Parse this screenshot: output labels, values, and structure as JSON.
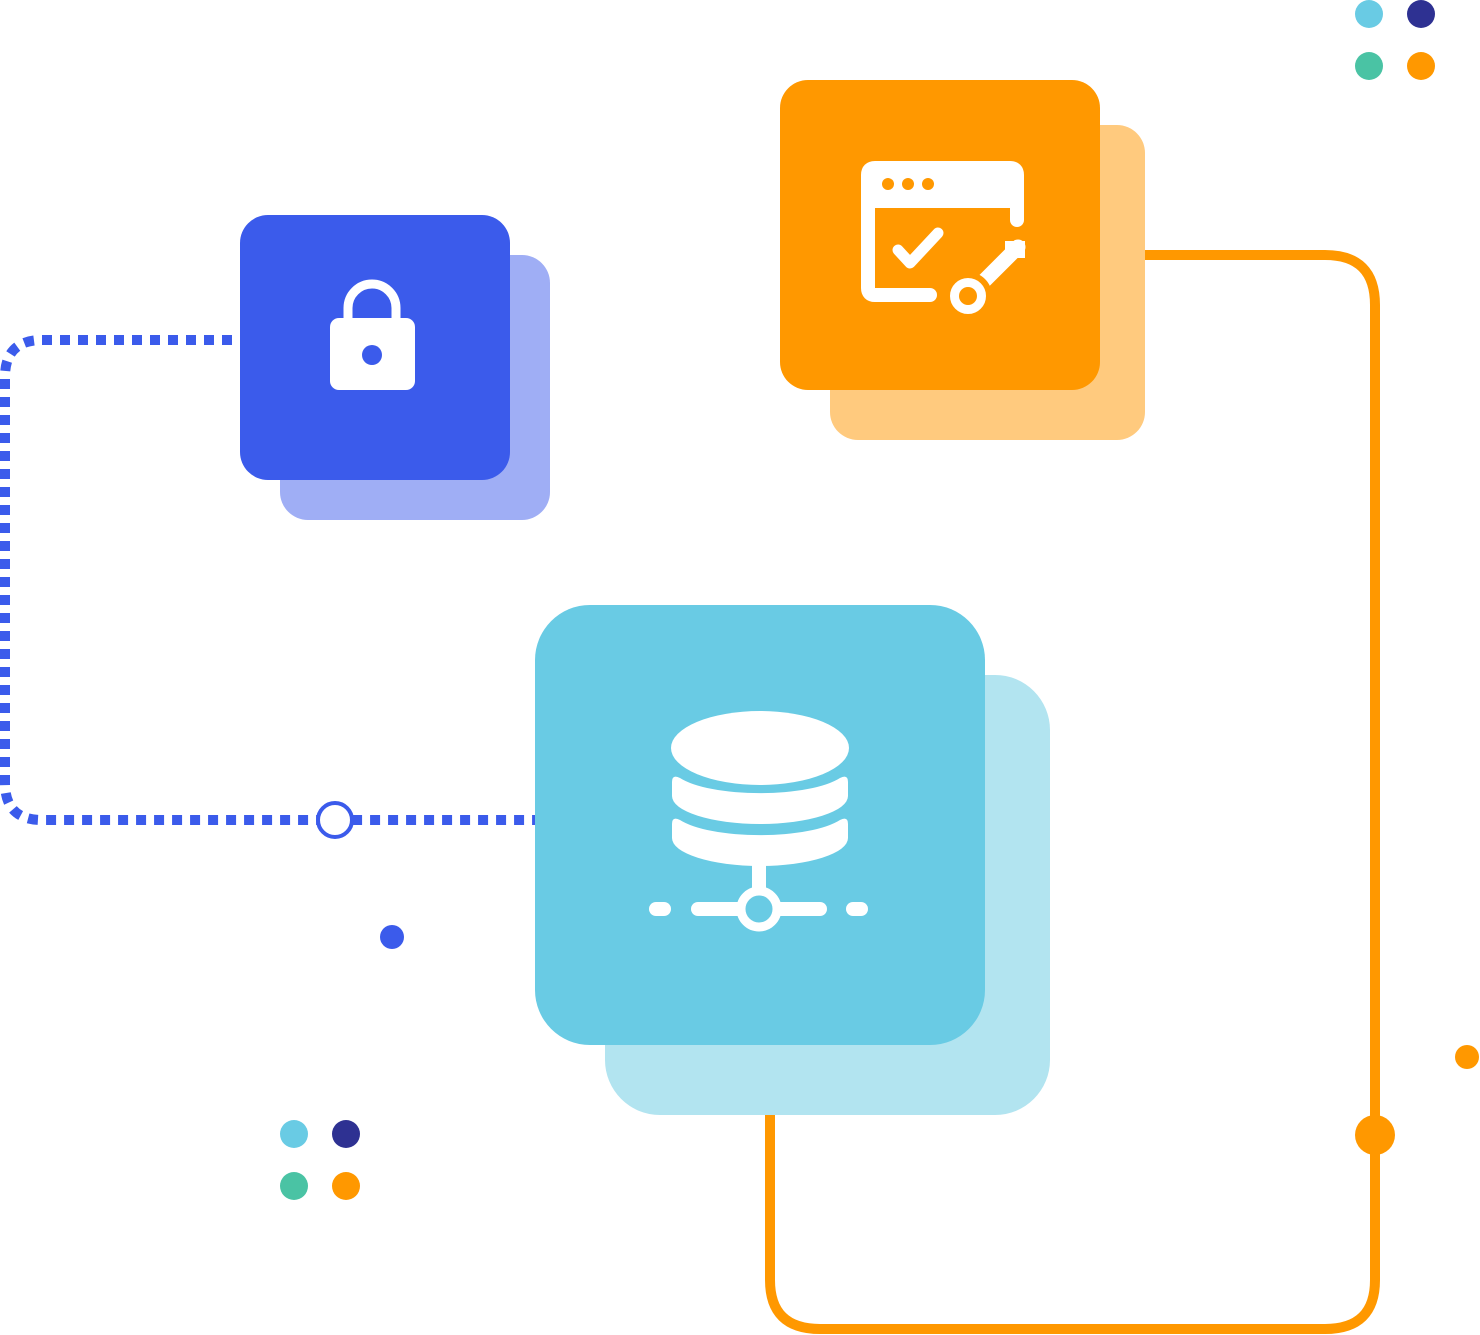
{
  "palette": {
    "blue": "#3B5BEB",
    "blue_light": "#9FAEF5",
    "orange": "#FF9800",
    "orange_light": "#FFCA7E",
    "cyan": "#69CBE4",
    "cyan_light": "#B2E4F0",
    "navy": "#2E3192",
    "teal": "#4AC3A4",
    "white": "#FFFFFF"
  },
  "nodes": [
    {
      "id": "security",
      "icon": "padlock-icon",
      "color": "blue",
      "shadow": "blue_light"
    },
    {
      "id": "access-management",
      "icon": "browser-check-key-icon",
      "color": "orange",
      "shadow": "orange_light"
    },
    {
      "id": "database-network",
      "icon": "database-network-icon",
      "color": "cyan",
      "shadow": "cyan_light"
    }
  ],
  "connectors": [
    {
      "id": "security-to-database",
      "style": "dotted",
      "color": "blue"
    },
    {
      "id": "access-to-database",
      "style": "solid",
      "color": "orange"
    }
  ],
  "decorations": {
    "dot_cluster_colors": [
      "cyan",
      "navy",
      "teal",
      "orange"
    ]
  }
}
